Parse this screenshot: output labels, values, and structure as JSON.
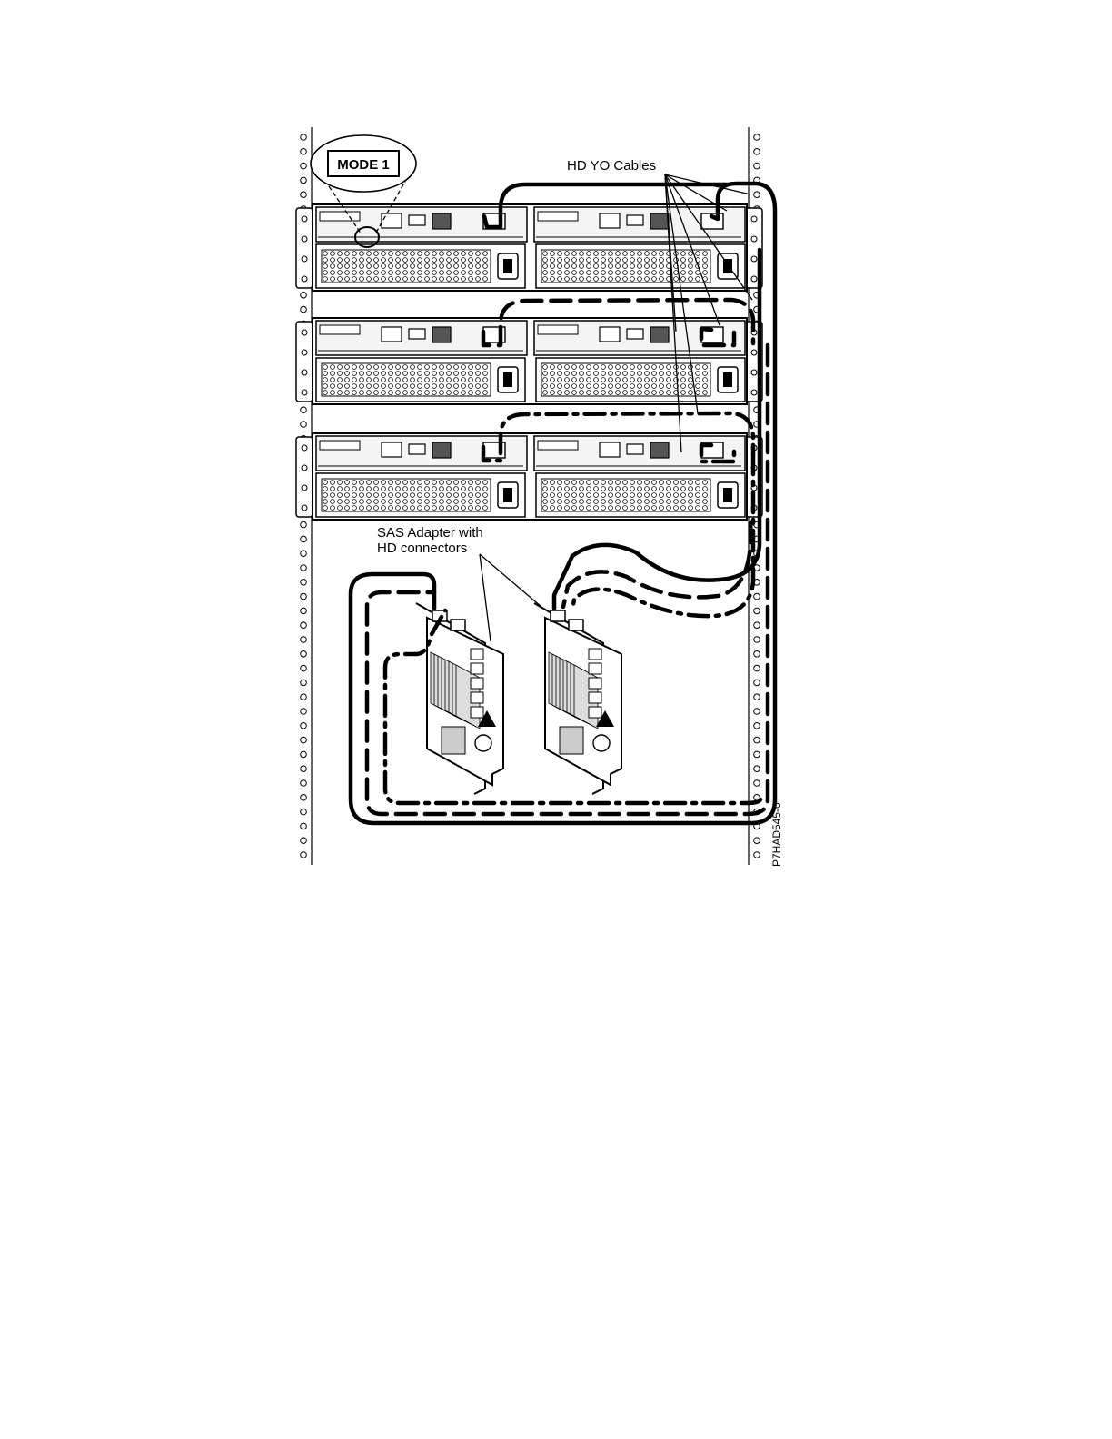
{
  "diagram": {
    "mode_label": "MODE 1",
    "callout_hd_yo": "HD YO Cables",
    "callout_sas_line1": "SAS Adapter with",
    "callout_sas_line2": "HD connectors",
    "figure_id": "P7HAD545-0"
  },
  "colors": {
    "ink": "#000000",
    "paper": "#ffffff",
    "drawer_fill": "#f4f4f4"
  },
  "drawers": [
    {
      "name": "drawer-top",
      "cable_style": "solid"
    },
    {
      "name": "drawer-middle",
      "cable_style": "dashed"
    },
    {
      "name": "drawer-bottom",
      "cable_style": "dash-dot"
    }
  ],
  "adapters": [
    {
      "name": "sas-adapter-left"
    },
    {
      "name": "sas-adapter-right"
    }
  ]
}
